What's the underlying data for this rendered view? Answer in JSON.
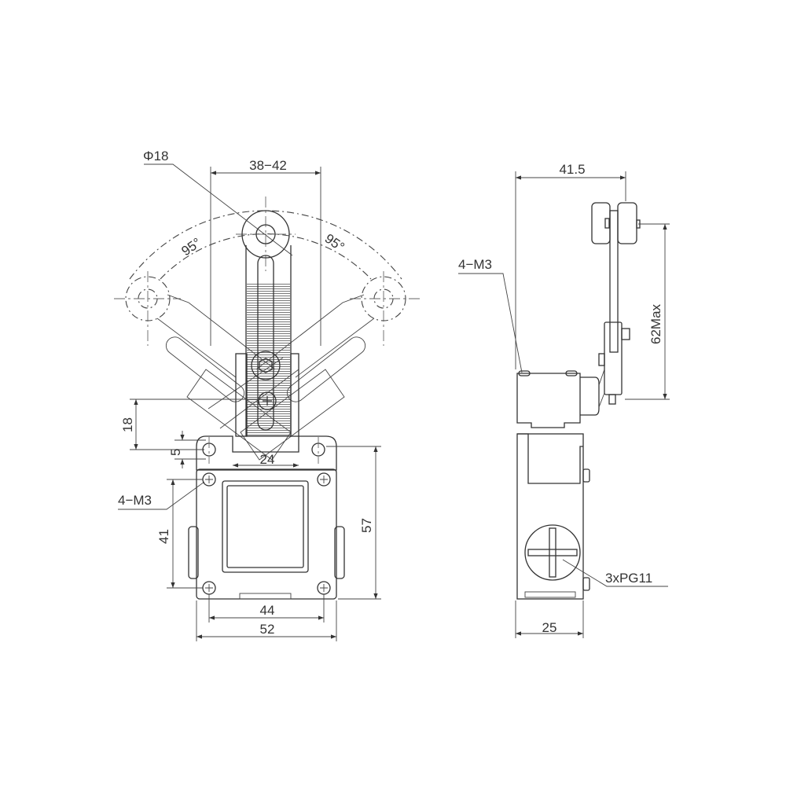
{
  "front_view": {
    "roller_diameter": "Φ18",
    "lever_span": "38−42",
    "angle_left": "95°",
    "angle_right": "95°",
    "dim_18": "18",
    "dim_5": "5",
    "dim_24": "24",
    "screws": "4−M3",
    "dim_41": "41",
    "dim_57": "57",
    "dim_44": "44",
    "dim_52": "52"
  },
  "side_view": {
    "dim_41_5": "41.5",
    "screws": "4−M3",
    "lever_length": "62Max",
    "cable_glands": "3xPG11",
    "dim_25": "25"
  },
  "colors": {
    "line": "#333333",
    "background": "#ffffff"
  }
}
